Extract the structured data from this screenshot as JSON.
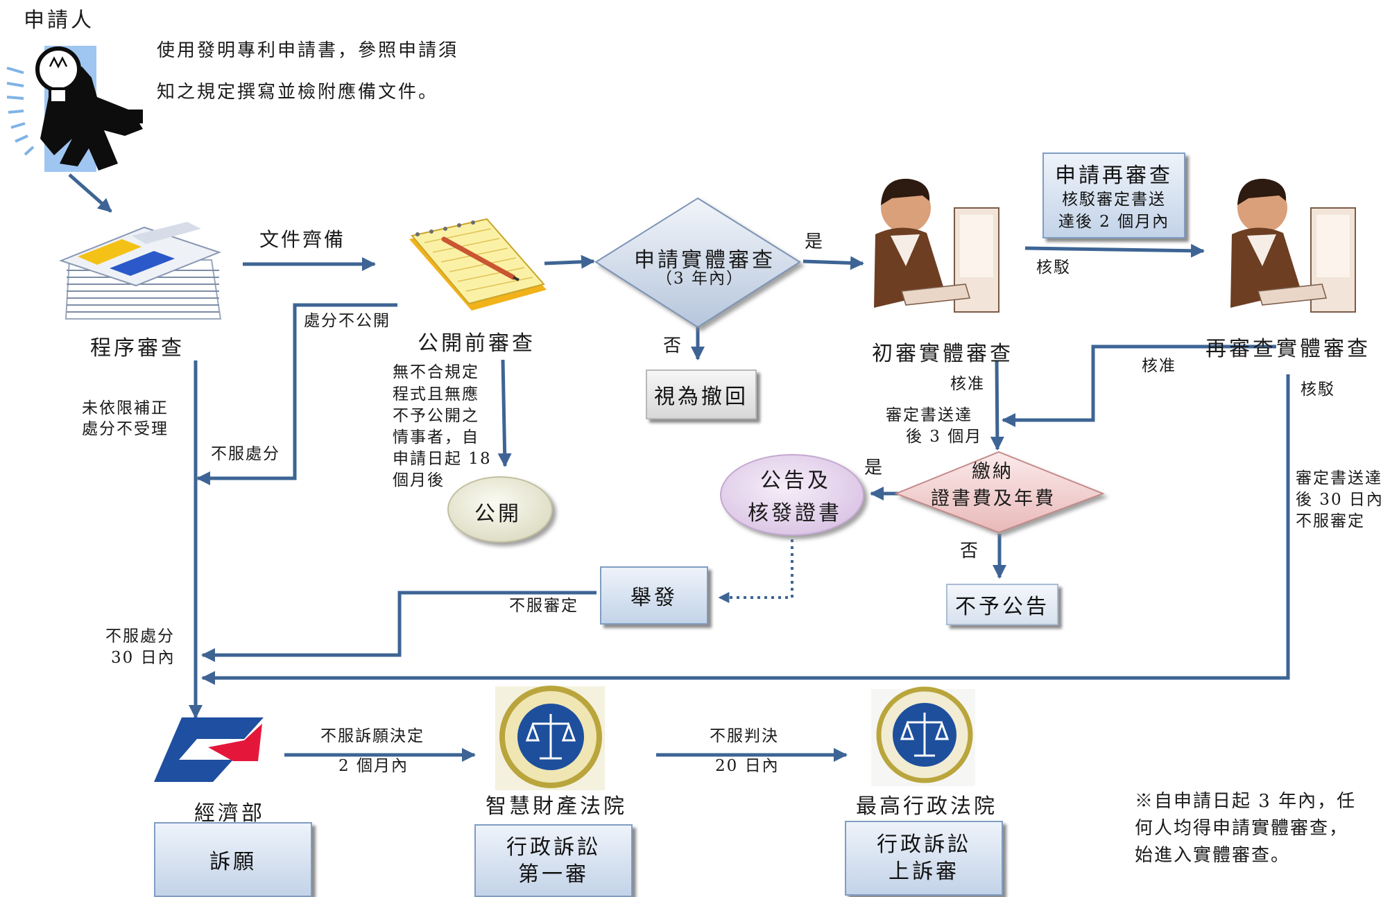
{
  "applicant": {
    "label": "申請人",
    "instruction_line1": "使用發明專利申請書，參照申請須",
    "instruction_line2": "知之規定撰寫並檢附應備文件。"
  },
  "nodes": {
    "procedural_review": "程序審查",
    "pre_publication_review": "公開前審查",
    "request_substantive_line1": "申請實體審查",
    "request_substantive_line2": "（3 年內）",
    "deemed_withdrawn": "視為撤回",
    "first_substantive_exam": "初審實體審查",
    "re_exam_request_line1": "申請再審查",
    "re_exam_request_line2": "核駁審定書送",
    "re_exam_request_line3": "達後 2 個月內",
    "re_exam_substantive": "再審查實體審查",
    "publication": "公開",
    "pay_fees_line1": "繳納",
    "pay_fees_line2": "證書費及年費",
    "announce_line1": "公告及",
    "announce_line2": "核發證書",
    "invalidation": "舉發",
    "not_announced": "不予公告",
    "moea": "經濟部",
    "petition": "訴願",
    "ip_court": "智慧財產法院",
    "admin_lit_first_line1": "行政訴訟",
    "admin_lit_first_line2": "第一審",
    "supreme_admin_court": "最高行政法院",
    "admin_lit_appeal_line1": "行政訴訟",
    "admin_lit_appeal_line2": "上訴審"
  },
  "edge_labels": {
    "documents_complete": "文件齊備",
    "unpublished_disposition": "處分不公開",
    "not_corrected_line1": "未依限補正",
    "not_corrected_line2": "處分不受理",
    "object_disposition_1": "不服處分",
    "no_violation_line1": "無不合規定",
    "no_violation_line2": "程式且無應",
    "no_violation_line3": "不予公開之",
    "no_violation_line4": "情事者，自",
    "no_violation_line5": "申請日起 18",
    "no_violation_line6": "個月後",
    "yes_1": "是",
    "no_1": "否",
    "rejected_1": "核駁",
    "approved_1": "核准",
    "approved_2": "核准",
    "rejected_2": "核駁",
    "decision_served_line1": "審定書送達",
    "decision_served_line2": "後 3 個月",
    "yes_2": "是",
    "no_2": "否",
    "object_decision_1": "不服審定",
    "reexam_served_line1": "審定書送達",
    "reexam_served_line2": "後 30 日內",
    "reexam_served_line3": "不服審定",
    "object_disposition_2_line1": "不服處分",
    "object_disposition_2_line2": "30 日內",
    "object_petition_line1": "不服訴願決定",
    "object_petition_line2": "2 個月內",
    "object_judgment_line1": "不服判決",
    "object_judgment_line2": "20 日內"
  },
  "footnote": {
    "line1": "※自申請日起 3 年內，任",
    "line2": "何人均得申請實體審查，",
    "line3": "始進入實體審查。"
  },
  "colors": {
    "arrow": "#3d6494",
    "box_border": "#7f9cc2",
    "diamond_blue": "#d4deec",
    "diamond_pink": "#f3d3d3",
    "ellipse_pink": "#e7d6ee",
    "ellipse_cream": "#ecebd6",
    "moea_logo_red": "#e4173b",
    "moea_logo_blue": "#1e4fa0",
    "seal_blue": "#1d4f9c",
    "seal_gold": "#b9a53c"
  },
  "icons": {
    "applicant": "lightbulb-person-icon",
    "procedural_review": "document-stack-icon",
    "pre_publication_review": "notepad-pencil-icon",
    "examiner": "examiner-at-computer-icon",
    "moea": "moea-logo-icon",
    "ip_court": "ip-court-seal-icon",
    "supreme_court": "supreme-court-seal-icon"
  }
}
